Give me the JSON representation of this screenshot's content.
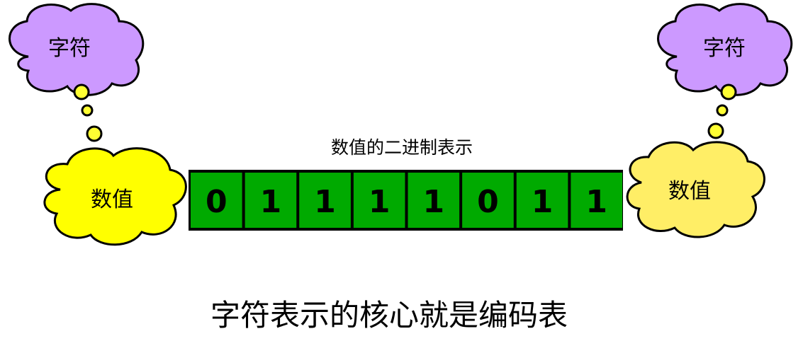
{
  "left_thought_cloud": {
    "label": "字符",
    "color": "#cc99ff"
  },
  "left_value_cloud": {
    "label": "数值",
    "color": "#ffff00"
  },
  "right_thought_cloud": {
    "label": "字符",
    "color": "#cc99ff"
  },
  "right_value_cloud": {
    "label": "数值",
    "color": "#ffee66"
  },
  "binary_caption": "数值的二进制表示",
  "bits": [
    "0",
    "1",
    "1",
    "1",
    "1",
    "0",
    "1",
    "1"
  ],
  "bit_cell_color": "#00aa00",
  "thought_bubble_color": "#ffff33",
  "footer_text": "字符表示的核心就是编码表"
}
